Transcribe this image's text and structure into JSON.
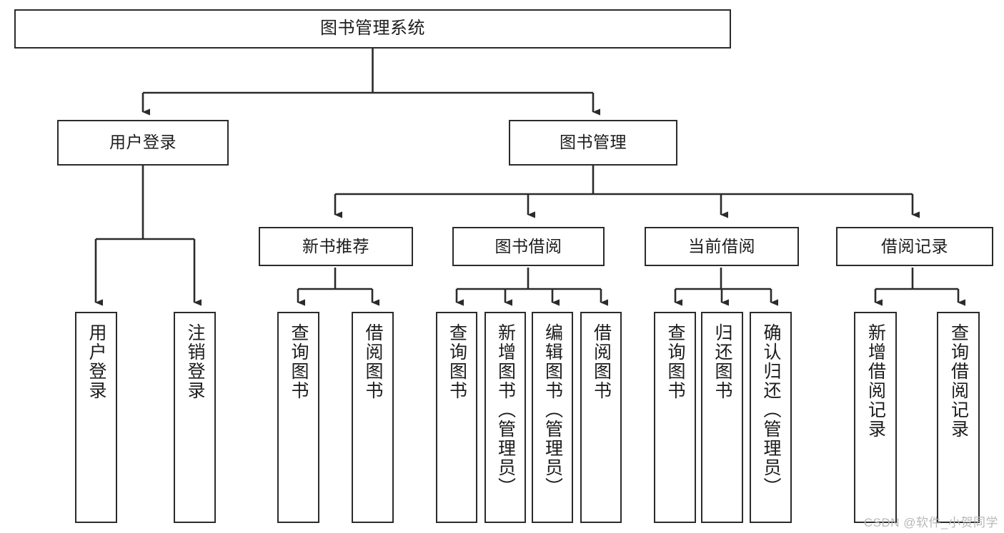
{
  "diagram": {
    "type": "tree-flowchart",
    "title": "图书管理系统",
    "watermark": "CSDN @软件_小贺同学",
    "colors": {
      "box_border": "#2b2b2b",
      "box_fill": "#ffffff",
      "line": "#2b2b2b",
      "text": "#1c1c1c",
      "watermark": "#b8b8b8",
      "background": "#ffffff"
    },
    "nodes": {
      "root": {
        "label": "图书管理系统"
      },
      "level2": [
        {
          "id": "user-login",
          "label": "用户登录"
        },
        {
          "id": "book-manage",
          "label": "图书管理"
        }
      ],
      "level3": [
        {
          "id": "new-book-recommend",
          "label": "新书推荐"
        },
        {
          "id": "book-borrow",
          "label": "图书借阅"
        },
        {
          "id": "current-borrow",
          "label": "当前借阅"
        },
        {
          "id": "borrow-record",
          "label": "借阅记录"
        }
      ],
      "leaves": {
        "user-login": [
          {
            "id": "leaf-user-login",
            "label": "用户登录"
          },
          {
            "id": "leaf-logout-login",
            "label": "注销登录"
          }
        ],
        "new-book-recommend": [
          {
            "id": "leaf-query-book-1",
            "label": "查询图书"
          },
          {
            "id": "leaf-borrow-book-1",
            "label": "借阅图书"
          }
        ],
        "book-borrow": [
          {
            "id": "leaf-query-book-2",
            "label": "查询图书"
          },
          {
            "id": "leaf-add-book",
            "label": "新增图书（管理员）"
          },
          {
            "id": "leaf-edit-book",
            "label": "编辑图书（管理员）"
          },
          {
            "id": "leaf-borrow-book-2",
            "label": "借阅图书"
          }
        ],
        "current-borrow": [
          {
            "id": "leaf-query-book-3",
            "label": "查询图书"
          },
          {
            "id": "leaf-return-book",
            "label": "归还图书"
          },
          {
            "id": "leaf-confirm-return",
            "label": "确认归还（管理员）"
          }
        ],
        "borrow-record": [
          {
            "id": "leaf-add-record",
            "label": "新增借阅记录"
          },
          {
            "id": "leaf-query-record",
            "label": "查询借阅记录"
          }
        ]
      }
    },
    "edges": [
      {
        "from": "root",
        "to": "user-login"
      },
      {
        "from": "root",
        "to": "book-manage"
      },
      {
        "from": "book-manage",
        "to": "new-book-recommend"
      },
      {
        "from": "book-manage",
        "to": "book-borrow"
      },
      {
        "from": "book-manage",
        "to": "current-borrow"
      },
      {
        "from": "book-manage",
        "to": "borrow-record"
      },
      {
        "from": "user-login",
        "to": "leaf-user-login"
      },
      {
        "from": "user-login",
        "to": "leaf-logout-login"
      },
      {
        "from": "new-book-recommend",
        "to": "leaf-query-book-1"
      },
      {
        "from": "new-book-recommend",
        "to": "leaf-borrow-book-1"
      },
      {
        "from": "book-borrow",
        "to": "leaf-query-book-2"
      },
      {
        "from": "book-borrow",
        "to": "leaf-add-book"
      },
      {
        "from": "book-borrow",
        "to": "leaf-edit-book"
      },
      {
        "from": "book-borrow",
        "to": "leaf-borrow-book-2"
      },
      {
        "from": "current-borrow",
        "to": "leaf-query-book-3"
      },
      {
        "from": "current-borrow",
        "to": "leaf-return-book"
      },
      {
        "from": "current-borrow",
        "to": "leaf-confirm-return"
      },
      {
        "from": "borrow-record",
        "to": "leaf-add-record"
      },
      {
        "from": "borrow-record",
        "to": "leaf-query-record"
      }
    ]
  }
}
